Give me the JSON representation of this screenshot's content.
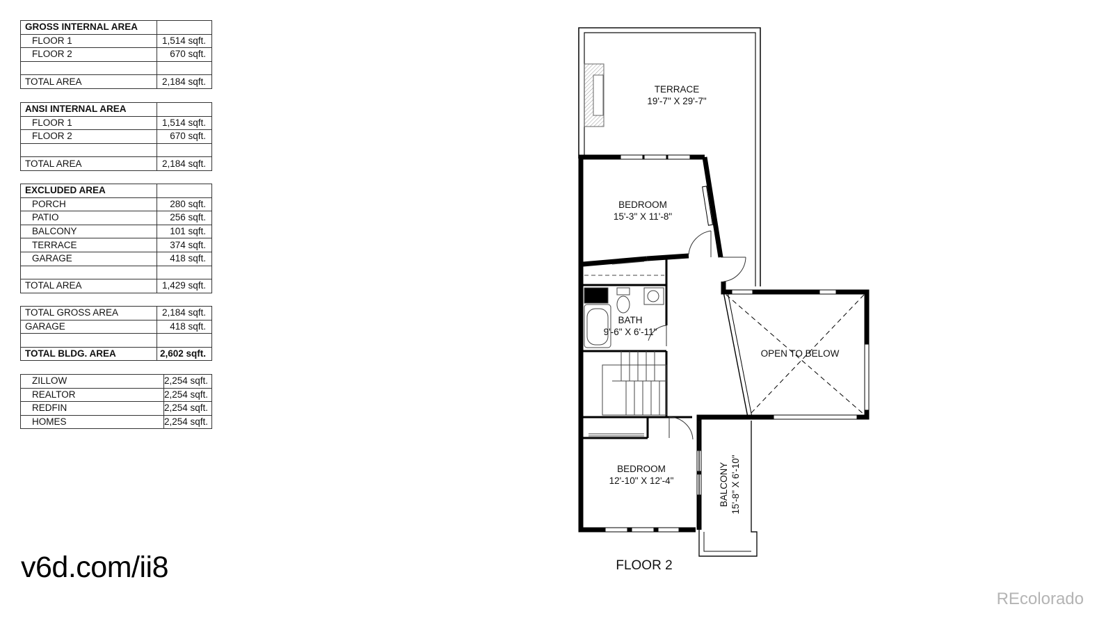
{
  "tables": [
    {
      "header": "GROSS INTERNAL AREA",
      "rows": [
        {
          "label": "FLOOR 1",
          "value": "1,514 sqft."
        },
        {
          "label": "FLOOR 2",
          "value": "670 sqft."
        },
        {
          "label": "",
          "value": ""
        }
      ],
      "total": {
        "label": "TOTAL AREA",
        "value": "2,184 sqft."
      }
    },
    {
      "header": "ANSI INTERNAL AREA",
      "rows": [
        {
          "label": "FLOOR 1",
          "value": "1,514 sqft."
        },
        {
          "label": "FLOOR 2",
          "value": "670 sqft."
        },
        {
          "label": "",
          "value": ""
        }
      ],
      "total": {
        "label": "TOTAL AREA",
        "value": "2,184 sqft."
      }
    },
    {
      "header": "EXCLUDED AREA",
      "rows": [
        {
          "label": "PORCH",
          "value": "280 sqft."
        },
        {
          "label": "PATIO",
          "value": "256 sqft."
        },
        {
          "label": "BALCONY",
          "value": "101 sqft."
        },
        {
          "label": "TERRACE",
          "value": "374 sqft."
        },
        {
          "label": "GARAGE",
          "value": "418 sqft."
        },
        {
          "label": "",
          "value": ""
        }
      ],
      "total": {
        "label": "TOTAL AREA",
        "value": "1,429 sqft."
      }
    }
  ],
  "summary": [
    {
      "label": "TOTAL GROSS AREA",
      "value": "2,184 sqft."
    },
    {
      "label": "GARAGE",
      "value": "418 sqft."
    },
    {
      "label": "",
      "value": ""
    },
    {
      "label": "TOTAL BLDG. AREA",
      "value": "2,602 sqft."
    }
  ],
  "sites": [
    {
      "label": "ZILLOW",
      "value": "2,254 sqft."
    },
    {
      "label": "REALTOR",
      "value": "2,254 sqft."
    },
    {
      "label": "REDFIN",
      "value": "2,254 sqft."
    },
    {
      "label": "HOMES",
      "value": "2,254 sqft."
    }
  ],
  "url_text": "v6d.com/ii8",
  "watermark": "REcolorado",
  "floorplan": {
    "floor_label": "FLOOR 2",
    "rooms": {
      "terrace": {
        "name": "TERRACE",
        "dims": "19'-7\" X 29'-7\""
      },
      "bedroom_upper": {
        "name": "BEDROOM",
        "dims": "15'-3\" X 11'-8\""
      },
      "bath": {
        "name": "BATH",
        "dims": "9'-6\" X 6'-11\""
      },
      "open_to_below": {
        "name": "OPEN TO BELOW"
      },
      "bedroom_lower": {
        "name": "BEDROOM",
        "dims": "12'-10\" X 12'-4\""
      },
      "balcony": {
        "name": "BALCONY",
        "dims": "15'-8\" X 6'-10\""
      }
    }
  }
}
